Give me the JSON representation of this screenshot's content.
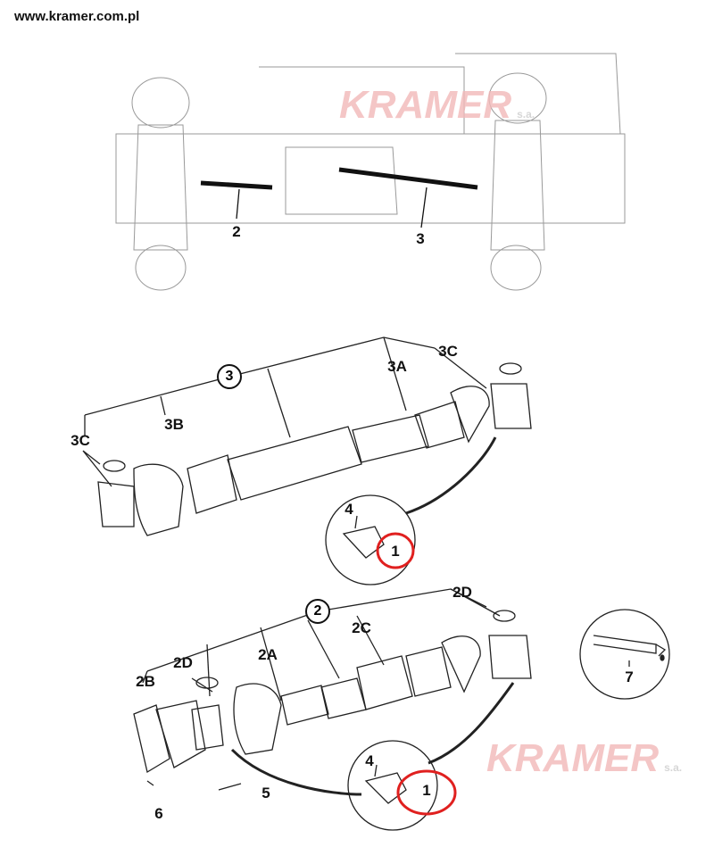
{
  "header": {
    "url": "www.kramer.com.pl"
  },
  "watermark": {
    "brand": "KRAMER",
    "suffix": "s.a."
  },
  "overview": {
    "labels": {
      "shaft_front": "2",
      "shaft_rear": "3"
    }
  },
  "shaft3": {
    "group": "3",
    "labels": {
      "yoke_right": "3C",
      "tube_a": "3A",
      "tube_b": "3B",
      "yoke_left": "3C",
      "bolt": "4",
      "clip": "1"
    }
  },
  "shaft2": {
    "group": "2",
    "labels": {
      "cross_right": "2D",
      "tube_c": "2C",
      "tube_a": "2A",
      "cross_left": "2D",
      "flange": "2B",
      "bolt": "4",
      "clip": "1",
      "screw": "5",
      "nut": "6"
    }
  },
  "grease": {
    "label": "7"
  },
  "colors": {
    "highlight": "#e0201f",
    "watermark": "#f2b8b8"
  }
}
